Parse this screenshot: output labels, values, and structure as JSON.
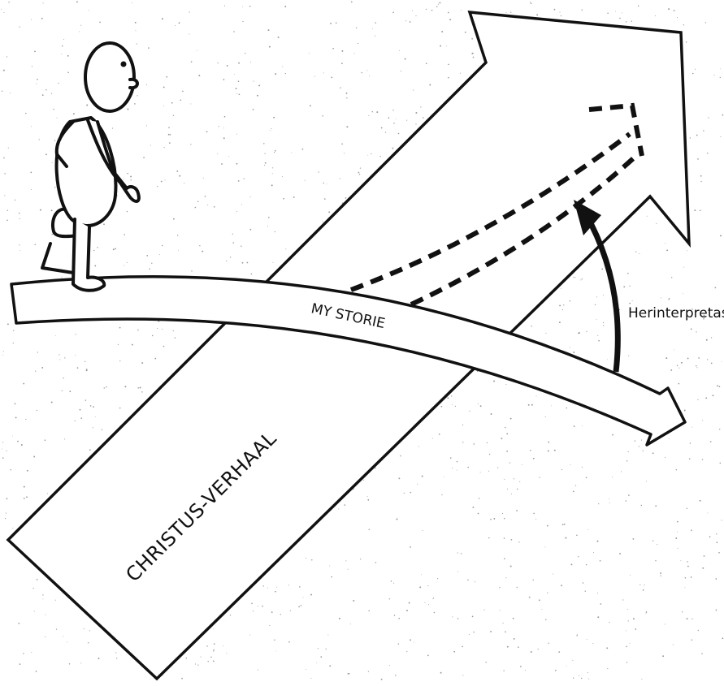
{
  "diagram": {
    "labels": {
      "christus_verhaal": "CHRISTUS-VERHAAL",
      "my_storie": "MY STORIE",
      "herinterpretasie": "Herinterpretasie"
    },
    "icons": {
      "figure": "walking-person-icon",
      "reinterpretation_arrow": "curved-arrow-icon"
    },
    "colors": {
      "ink": "#111111",
      "paper": "#ffffff",
      "speckle": "#9a9a9a"
    }
  }
}
